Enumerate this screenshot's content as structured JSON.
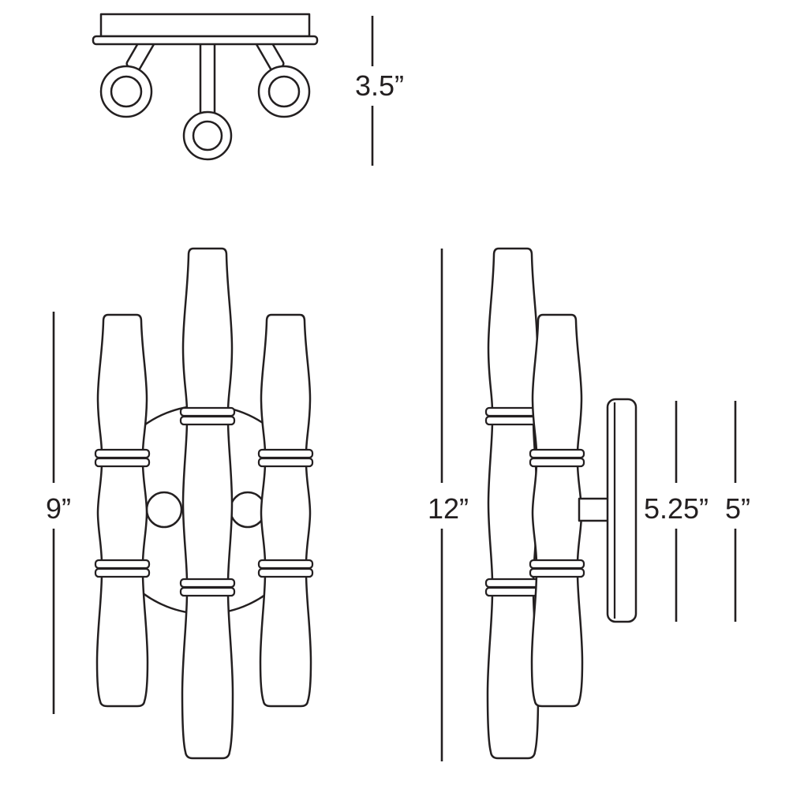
{
  "dimension_labels": {
    "top_view_height": "3.5”",
    "side_tube_height": "9”",
    "overall_height": "12”",
    "backplate_height": "5.25”",
    "backplate_depth_height": "5”"
  }
}
